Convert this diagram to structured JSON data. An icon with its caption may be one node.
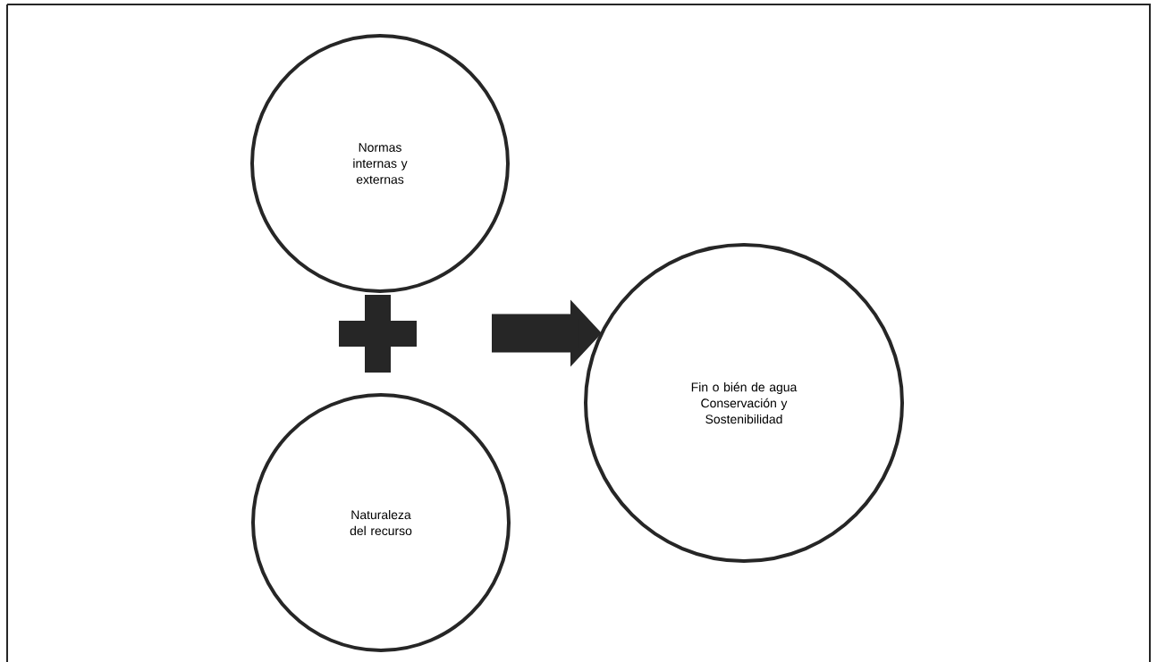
{
  "diagram": {
    "nodes": [
      {
        "text": [
          "Normas internas y externas"
        ]
      },
      {
        "text": [
          "Naturaleza del recurso"
        ]
      },
      {
        "text": [
          "Fin o bién de agua Conservación y Sostenibilidad"
        ]
      }
    ],
    "edges": [
      {
        "from": null,
        "to": 2,
        "arrow": "to"
      }
    ]
  }
}
